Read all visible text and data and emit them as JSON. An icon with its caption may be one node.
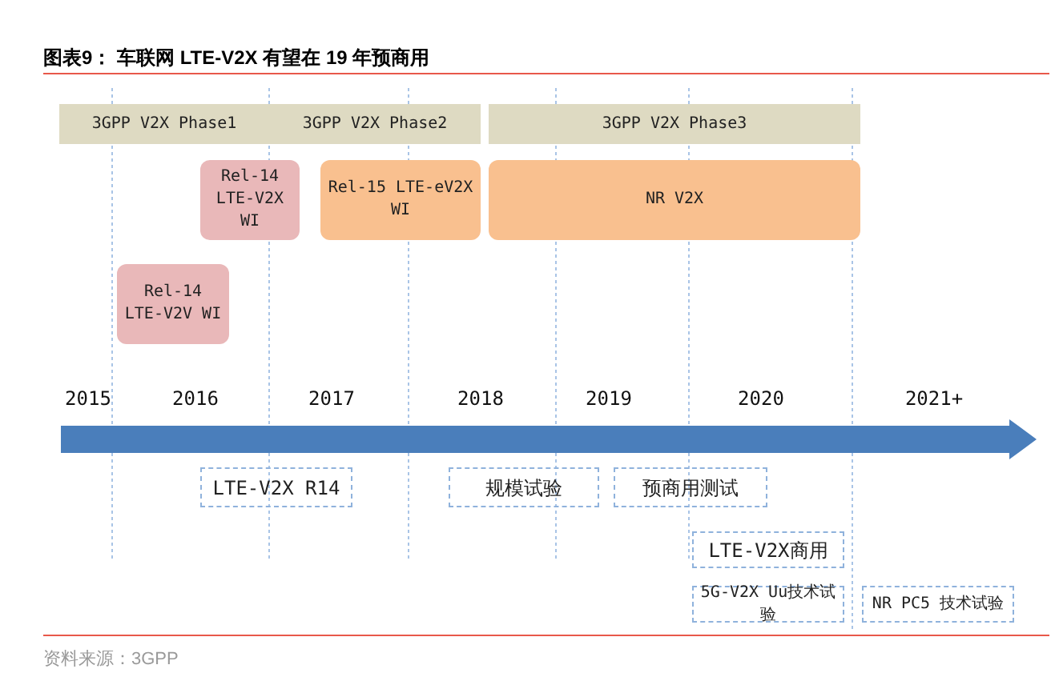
{
  "diagram": {
    "title": "图表9： 车联网 LTE-V2X 有望在 19 年预商用",
    "caption": "资料来源：3GPP",
    "nodes": [
      {
        "text": [
          "3GPP V2X Phase1"
        ]
      },
      {
        "text": [
          "3GPP V2X Phase2"
        ]
      },
      {
        "text": [
          "3GPP V2X Phase3"
        ]
      },
      {
        "text": [
          "Rel-14 LTE-V2X WI"
        ]
      },
      {
        "text": [
          "Rel-15 LTE-eV2X WI"
        ]
      },
      {
        "text": [
          "NR V2X"
        ]
      },
      {
        "text": [
          "Rel-14 LTE-V2V WI"
        ]
      },
      {
        "text": [
          "LTE-V2X R14"
        ]
      },
      {
        "text": [
          "规模试验"
        ]
      },
      {
        "text": [
          "预商用测试"
        ]
      },
      {
        "text": [
          "LTE-V2X商用"
        ]
      },
      {
        "text": [
          "5G-V2X Uu技术试验"
        ]
      },
      {
        "text": [
          "NR PC5 技术试验"
        ]
      }
    ],
    "edges": [],
    "labels": [
      "2015",
      "2016",
      "2017",
      "2018",
      "2019",
      "2020",
      "2021+"
    ]
  }
}
